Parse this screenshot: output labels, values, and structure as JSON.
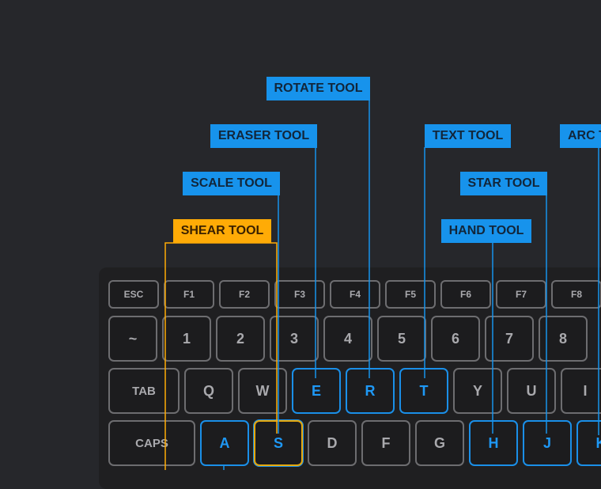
{
  "colors": {
    "background": "#26272b",
    "keyboard": "#1f1f21",
    "key_border": "#6d6d70",
    "highlight_blue": "#1793ec",
    "highlight_orange": "#ffab06"
  },
  "tool_labels": {
    "rotate": "ROTATE TOOL",
    "eraser": "ERASER TOOL",
    "text": "TEXT TOOL",
    "arc": "ARC T",
    "scale": "SCALE TOOL",
    "star": "STAR TOOL",
    "shear": "SHEAR TOOL",
    "hand": "HAND TOOL"
  },
  "keys": {
    "fn_row": [
      "ESC",
      "F1",
      "F2",
      "F3",
      "F4",
      "F5",
      "F6",
      "F7",
      "F8"
    ],
    "number_row": [
      "~",
      "1",
      "2",
      "3",
      "4",
      "5",
      "6",
      "7",
      "8"
    ],
    "qwerty_row": [
      "TAB",
      "Q",
      "W",
      "E",
      "R",
      "T",
      "Y",
      "U",
      "I"
    ],
    "home_row": [
      "CAPS",
      "A",
      "S",
      "D",
      "F",
      "G",
      "H",
      "J",
      "K"
    ]
  }
}
